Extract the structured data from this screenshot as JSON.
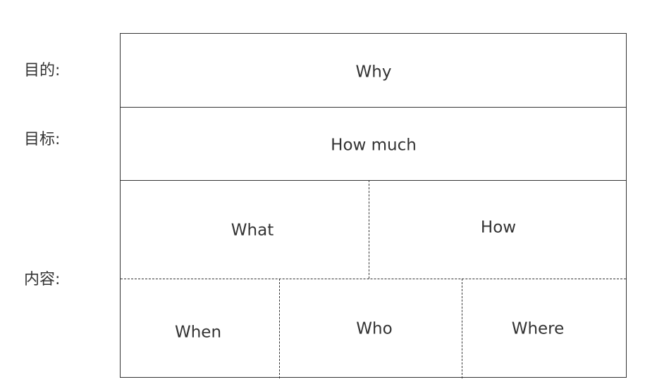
{
  "side_labels": {
    "purpose": "目的:",
    "goal": "目标:",
    "content": "内容:"
  },
  "cells": {
    "why": "Why",
    "how_much": "How much",
    "what": "What",
    "how": "How",
    "when": "When",
    "who": "Who",
    "where": "Where"
  }
}
